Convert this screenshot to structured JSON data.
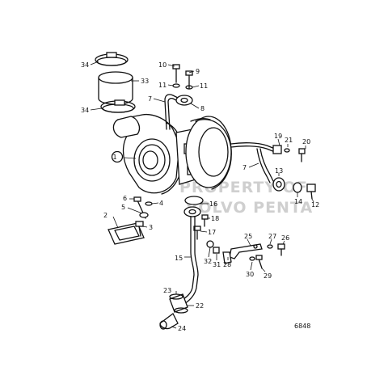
{
  "diagram": {
    "figure_number": "6848",
    "watermark": [
      "PROPERTY OF",
      "VOLVO PENTA"
    ],
    "callouts": [
      {
        "id": "c1",
        "label": "1"
      },
      {
        "id": "c2",
        "label": "2"
      },
      {
        "id": "c3",
        "label": "3"
      },
      {
        "id": "c4",
        "label": "4"
      },
      {
        "id": "c5",
        "label": "5"
      },
      {
        "id": "c6",
        "label": "6"
      },
      {
        "id": "c7a",
        "label": "7"
      },
      {
        "id": "c7b",
        "label": "7"
      },
      {
        "id": "c8",
        "label": "8"
      },
      {
        "id": "c9",
        "label": "9"
      },
      {
        "id": "c10",
        "label": "10"
      },
      {
        "id": "c11a",
        "label": "11"
      },
      {
        "id": "c11b",
        "label": "11"
      },
      {
        "id": "c12",
        "label": "12"
      },
      {
        "id": "c13",
        "label": "13"
      },
      {
        "id": "c14",
        "label": "14"
      },
      {
        "id": "c15",
        "label": "15"
      },
      {
        "id": "c16",
        "label": "16"
      },
      {
        "id": "c17",
        "label": "17"
      },
      {
        "id": "c18",
        "label": "18"
      },
      {
        "id": "c19",
        "label": "19"
      },
      {
        "id": "c20",
        "label": "20"
      },
      {
        "id": "c21",
        "label": "21"
      },
      {
        "id": "c22",
        "label": "22"
      },
      {
        "id": "c23",
        "label": "23"
      },
      {
        "id": "c24",
        "label": "24"
      },
      {
        "id": "c25",
        "label": "25"
      },
      {
        "id": "c26",
        "label": "26"
      },
      {
        "id": "c27",
        "label": "27"
      },
      {
        "id": "c28",
        "label": "28"
      },
      {
        "id": "c29",
        "label": "29"
      },
      {
        "id": "c30",
        "label": "30"
      },
      {
        "id": "c31",
        "label": "31"
      },
      {
        "id": "c32",
        "label": "32"
      },
      {
        "id": "c33",
        "label": "33"
      },
      {
        "id": "c34a",
        "label": "34"
      },
      {
        "id": "c34b",
        "label": "34"
      }
    ]
  }
}
